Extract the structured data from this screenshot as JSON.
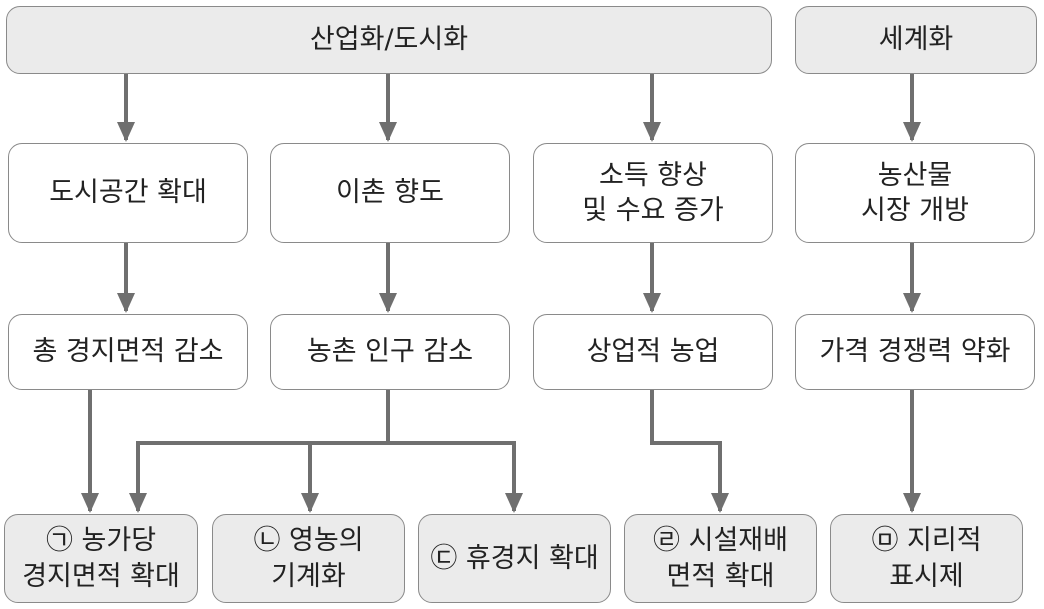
{
  "colors": {
    "box_gray": "#ebebeb",
    "box_white": "#ffffff",
    "border": "#8a8a8a",
    "arrow": "#6f6f6f"
  },
  "top": {
    "industrialization": "산업화/도시화",
    "globalization": "세계화"
  },
  "causes": {
    "urban_expansion": "도시공간 확대",
    "rural_exodus": "이촌 향도",
    "income_demand": "소득 향상\n및 수요 증가",
    "market_opening": "농산물\n시장 개방"
  },
  "effects": {
    "farmland_decrease": "총 경지면적 감소",
    "rural_population_decrease": "농촌 인구 감소",
    "commercial_agriculture": "상업적 농업",
    "price_competitiveness": "가격 경쟁력 약화"
  },
  "results": {
    "a": "㉠ 농가당\n경지면적 확대",
    "b": "㉡ 영농의\n기계화",
    "c": "㉢ 휴경지 확대",
    "d": "㉣ 시설재배\n면적 확대",
    "e": "㉤ 지리적\n표시제"
  }
}
